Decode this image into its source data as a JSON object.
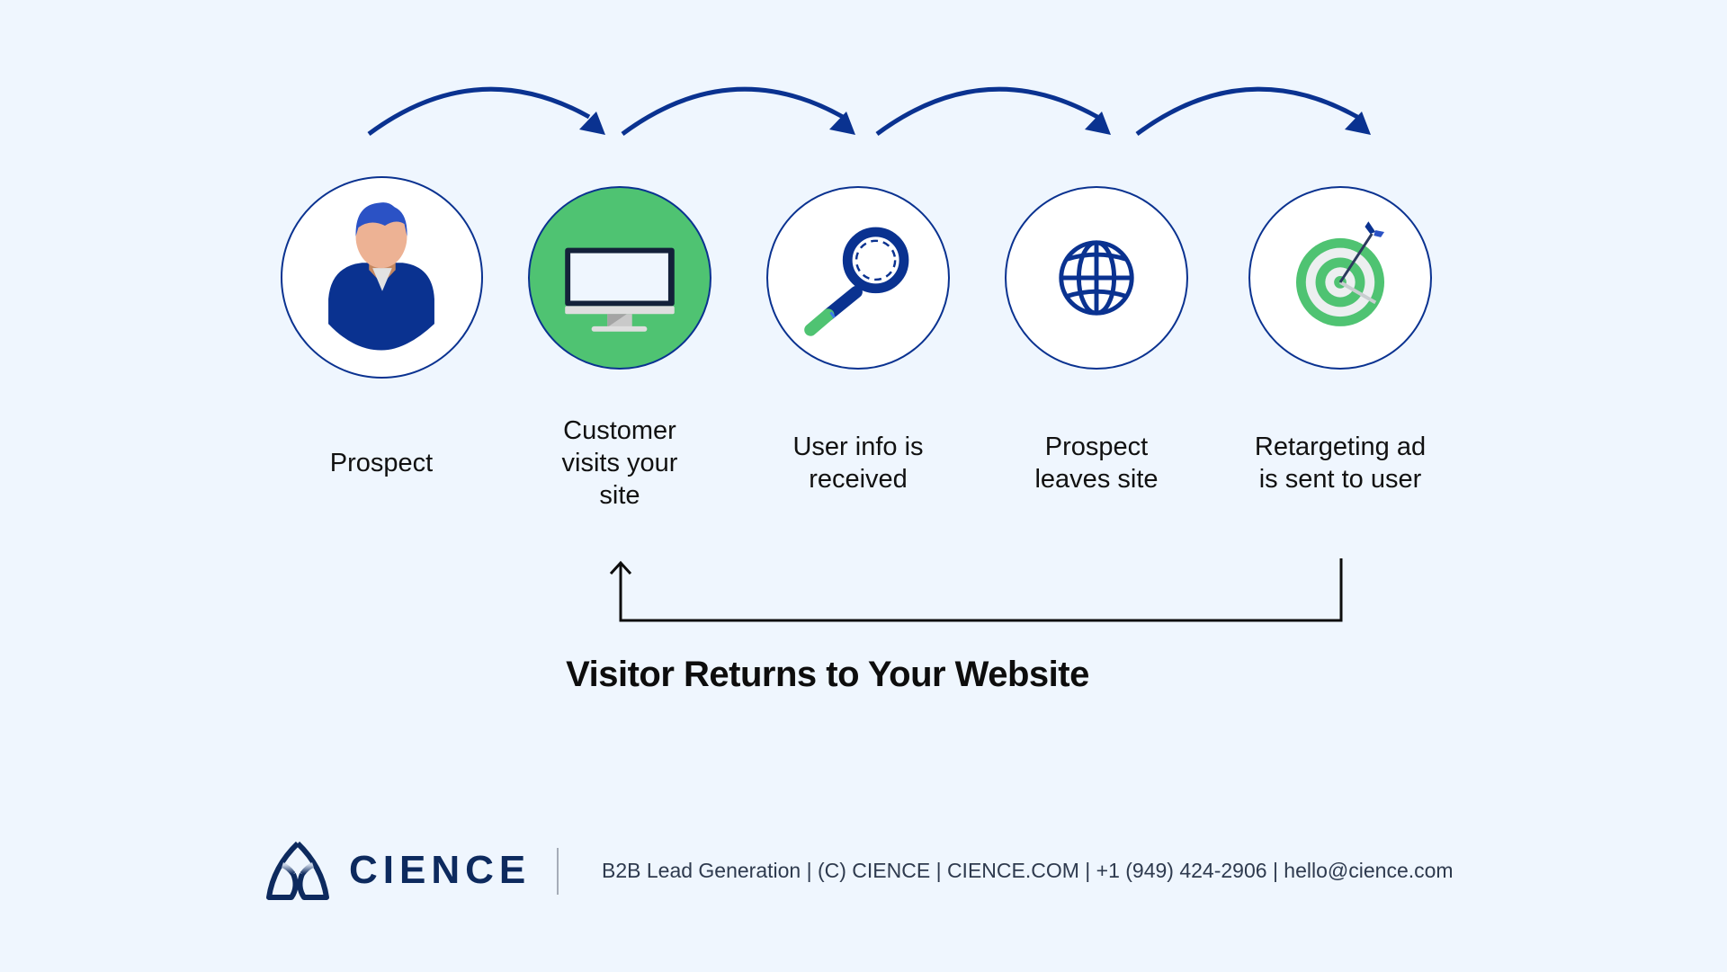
{
  "diagram": {
    "title": "Visitor Returns to Your Website",
    "colors": {
      "background": "#eff6fe",
      "primary_blue": "#0a3290",
      "green": "#4fc372",
      "text": "#111111"
    },
    "steps": [
      {
        "label_lines": [
          "Prospect"
        ],
        "icon": "person-icon"
      },
      {
        "label_lines": [
          "Customer",
          "visits your",
          "site"
        ],
        "icon": "monitor-icon"
      },
      {
        "label_lines": [
          "User info is",
          "received"
        ],
        "icon": "magnifier-icon"
      },
      {
        "label_lines": [
          "Prospect",
          "leaves site"
        ],
        "icon": "globe-icon"
      },
      {
        "label_lines": [
          "Retargeting ad",
          "is sent to user"
        ],
        "icon": "target-icon"
      }
    ],
    "flow": "Each step connects to the next with a curved arrow; a return arrow goes from step 5 back to step 2."
  },
  "footer": {
    "brand": "CIENCE",
    "tagline": "B2B Lead Generation | (C) CIENCE | CIENCE.COM | +1 (949) 424-2906 | hello@cience.com"
  }
}
